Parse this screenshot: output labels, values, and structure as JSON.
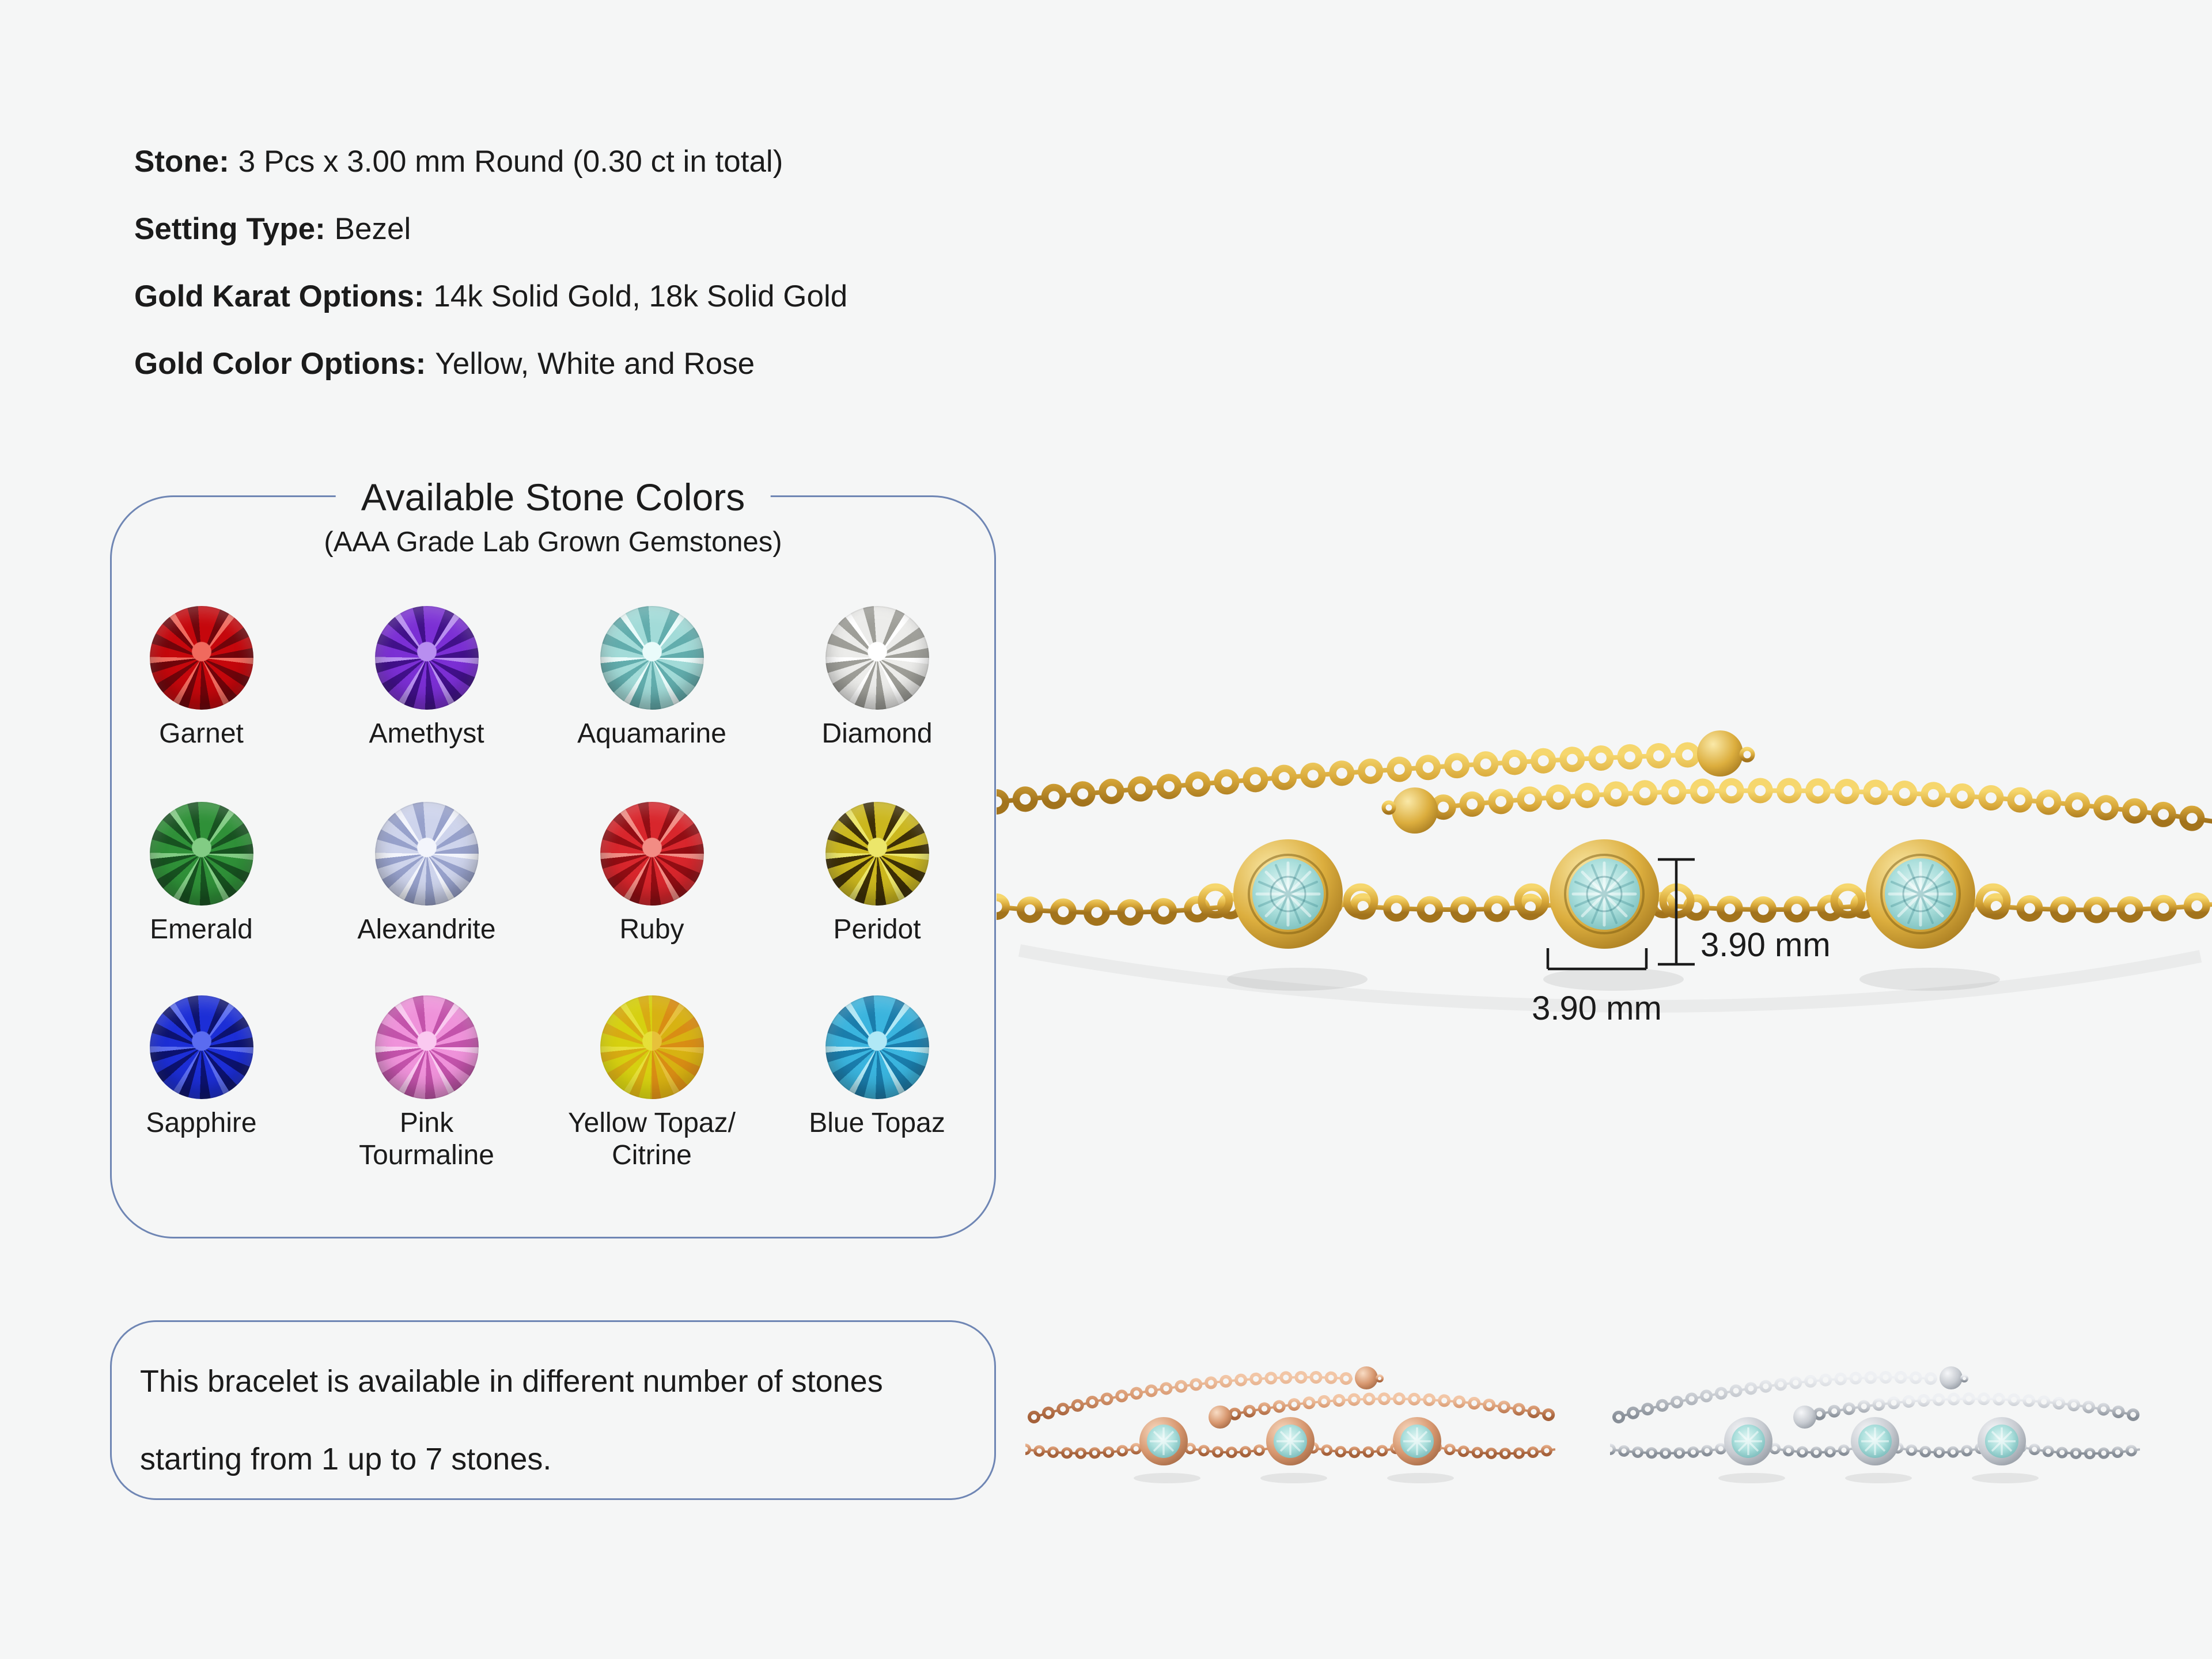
{
  "colors": {
    "background": "#f5f6f6",
    "text": "#1b1b1b",
    "panel_border": "#6f86b4",
    "yellow_gold": "#d9a93a",
    "rose_gold": "#d7976f",
    "white_gold": "#c4c8ce",
    "aquamarine": "#a9dedb"
  },
  "specs": {
    "lines": [
      {
        "label": "Stone:",
        "value": "3 Pcs x 3.00 mm Round (0.30 ct in total)"
      },
      {
        "label": "Setting Type:",
        "value": "Bezel"
      },
      {
        "label": "Gold Karat Options:",
        "value": "14k Solid Gold, 18k Solid Gold"
      },
      {
        "label": "Gold Color Options:",
        "value": "Yellow, White and Rose"
      }
    ]
  },
  "stone_panel": {
    "title": "Available Stone Colors",
    "subtitle": "(AAA Grade Lab Grown Gemstones)",
    "gems": [
      {
        "name": "Garnet",
        "colors": [
          "#c5070c",
          "#71040a",
          "#f06a5e"
        ]
      },
      {
        "name": "Amethyst",
        "colors": [
          "#7b2fd4",
          "#41108a",
          "#b88ef0"
        ]
      },
      {
        "name": "Aquamarine",
        "colors": [
          "#a2dbd8",
          "#62adad",
          "#eafbfa"
        ]
      },
      {
        "name": "Diamond",
        "colors": [
          "#ececea",
          "#9e9e98",
          "#ffffff"
        ]
      },
      {
        "name": "Emerald",
        "colors": [
          "#2f9038",
          "#175220",
          "#82cc84"
        ]
      },
      {
        "name": "Alexandrite",
        "colors": [
          "#ced4ec",
          "#97a1cb",
          "#f3f5fc"
        ]
      },
      {
        "name": "Ruby",
        "colors": [
          "#d8262c",
          "#920d13",
          "#f28c84"
        ]
      },
      {
        "name": "Peridot",
        "colors": [
          "#cbb71e",
          "#3d2f06",
          "#ece66a"
        ]
      },
      {
        "name": "Sapphire",
        "colors": [
          "#1c2ed6",
          "#0c1270",
          "#5b6cf0"
        ]
      },
      {
        "name": "Pink\nTourmaline",
        "colors": [
          "#ef92da",
          "#c353ab",
          "#fac9f0"
        ]
      },
      {
        "name": "Yellow Topaz/\nCitrine",
        "colors": [
          "#d6d010",
          "#d98d14",
          "#f2ec5a"
        ],
        "split": true
      },
      {
        "name": "Blue Topaz",
        "colors": [
          "#3ab4de",
          "#1a7dac",
          "#b0e8f6"
        ]
      }
    ]
  },
  "note_panel": {
    "lines": [
      "This bracelet is available in different number of stones",
      "starting from 1 up to 7 stones."
    ]
  },
  "bracelet": {
    "height_label": "3.90 mm",
    "width_label": "3.90 mm",
    "stone_count": "3",
    "variants": [
      "Yellow Gold",
      "Rose Gold",
      "White Gold"
    ]
  }
}
